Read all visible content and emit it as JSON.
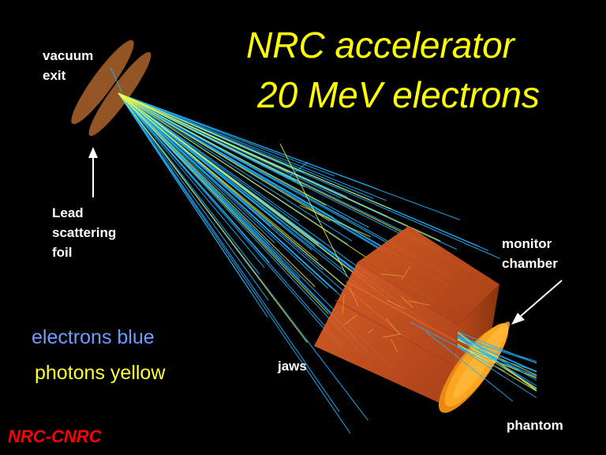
{
  "title": {
    "line1": "NRC accelerator",
    "line2": "20 MeV electrons"
  },
  "labels": {
    "vacuum_exit": [
      "vacuum",
      "exit"
    ],
    "lead_foil": [
      "Lead",
      "scattering",
      "foil"
    ],
    "monitor_chamber": [
      "monitor",
      "chamber"
    ],
    "jaws": "jaws",
    "phantom": "phantom"
  },
  "legend": {
    "electrons": "electrons blue",
    "photons": "photons yellow"
  },
  "brand": "NRC-CNRC",
  "colors": {
    "background": "#000000",
    "title": "#ffff00",
    "electron_track": "#1fb3ff",
    "photon_track": "#ffff33",
    "electrons_legend": "#6f9bff",
    "photons_legend": "#ffff33",
    "brand": "#ff0000",
    "foil": "#9b5a25",
    "jaws": "#d9581e",
    "chamber": "#ff9f1a"
  }
}
